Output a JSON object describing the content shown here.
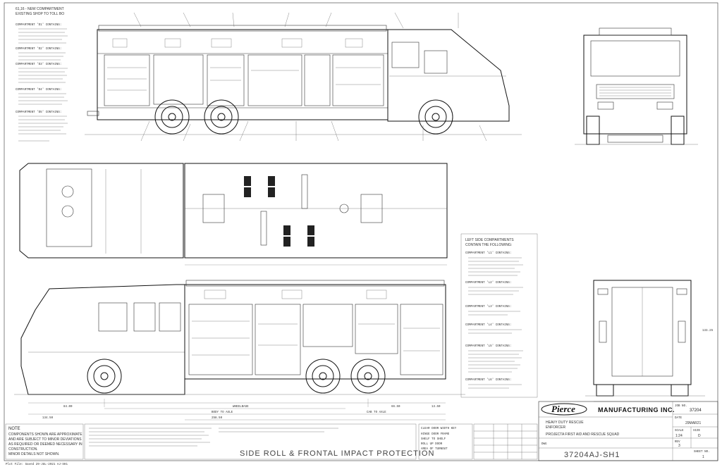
{
  "page": {
    "footer_note": "Plot File: Saved 29-JUL-2021 AJ-SH1"
  },
  "notes_top_left": [
    "61,16 - NEW COMPARTMENT",
    "EXISTING SHOP TO TOLL BO",
    "COMPARTMENT 'D1' CONTAINS:",
    "COMPARTMENT 'D2' CONTAINS:",
    "COMPARTMENT 'D3' CONTAINS:",
    "COMPARTMENT 'D4' CONTAINS:",
    "COMPARTMENT 'D5' CONTAINS:"
  ],
  "notes_right_mid": [
    "LEFT SIDE COMPARTMENTS",
    "CONTAIN THE FOLLOWING:",
    "COMPARTMENT 'L1' CONTAINS:",
    "COMPARTMENT 'L2' CONTAINS:",
    "COMPARTMENT 'L3' CONTAINS:",
    "COMPARTMENT 'L4' CONTAINS:",
    "COMPARTMENT 'L5' CONTAINS:",
    "COMPARTMENT 'L6' CONTAINS:"
  ],
  "dims_side": {
    "wheelbase": "WHEELBASE",
    "body_to_axle": "BODY TO AXLE",
    "cab_to_axle": "CAB TO AXLE",
    "overall_length": "134.50",
    "body_length": "258.50",
    "bottom_a": "84.00",
    "bottom_b": "66.50",
    "bottom_c": "13.50",
    "height": "133.25"
  },
  "clear_door": {
    "title": "CLEAR DOOR WIDTH KEY",
    "rows": [
      "HINGE DOOR FRAME",
      "SHELF TO SHELF",
      "ROLL UP DOOR",
      "AREA OF TURNOUT"
    ]
  },
  "title_block": {
    "logo": "Pierce",
    "company": "MANUFACTURING INC.",
    "job_label": "JOB NO.",
    "job_no": "37204",
    "date_label": "DATE",
    "date": "29MAR21",
    "scale_label": "SCALE",
    "scale": "1:24",
    "size_label": "SIZE",
    "size": "D",
    "type": "HEAVY DUTY RESCUE",
    "model": "ENFORCER",
    "customer": "PROJECTA FIRST AID AND RESCUE SQUAD",
    "drawing_no": "37204AJ-SH1",
    "sheet_label": "SHEET NO.",
    "sheet": "1",
    "drawn_by": "DWG",
    "rev_label": "REV",
    "rev": "3"
  },
  "bottom_banner": "SIDE ROLL & FRONTAL IMPACT PROTECTION",
  "note_block": {
    "title": "NOTE",
    "lines": [
      "COMPONENTS SHOWN ARE APPROXIMATE",
      "AND ARE SUBJECT TO MINOR DEVIATIONS",
      "AS REQUIRED OR DEEMED NECESSARY IN",
      "CONSTRUCTION.",
      "MINOR DETAILS NOT SHOWN."
    ]
  },
  "colors": {
    "line": "#333333",
    "background": "#ffffff"
  }
}
